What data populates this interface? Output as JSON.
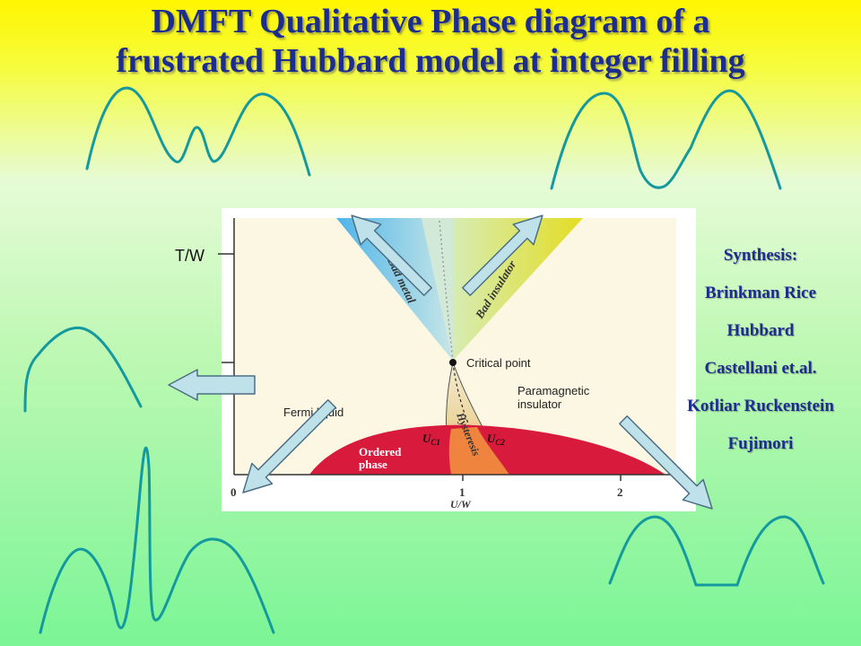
{
  "title": {
    "line1": "DMFT  Qualitative Phase diagram of a",
    "line2": "frustrated Hubbard model at integer filling"
  },
  "synthesis": [
    "Synthesis:",
    "Brinkman  Rice",
    "Hubbard",
    "Castellani et.al.",
    " Kotliar Ruckenstein",
    "Fujimori"
  ],
  "diagram": {
    "y_axis_label": "T/W",
    "x_axis_label": "U/W",
    "x_ticks": [
      "0",
      "1",
      "2"
    ],
    "regions": {
      "bad_metal": "Bad metal",
      "bad_insulator": "Bad insulator",
      "critical_point": "Critical point",
      "paramagnetic_insulator_1": "Paramagnetic",
      "paramagnetic_insulator_2": "insulator",
      "fermi_liquid": "Fermi liquid",
      "hysteresis": "Hysteresis",
      "uc1": "U",
      "uc1_sub": "C1",
      "uc2": "U",
      "uc2_sub": "C2",
      "ordered_phase_1": "Ordered",
      "ordered_phase_2": "phase"
    }
  },
  "colors": {
    "title": "#1c2d8e",
    "curve": "#14999e",
    "arrow_fill": "#bfe2ea",
    "arrow_stroke": "#4c6f86",
    "ordered_phase": "#d81a3c",
    "bad_metal": "#4fb8ea",
    "bad_insulator": "#e2dc2c",
    "hysteresis": "#f08a3c"
  }
}
